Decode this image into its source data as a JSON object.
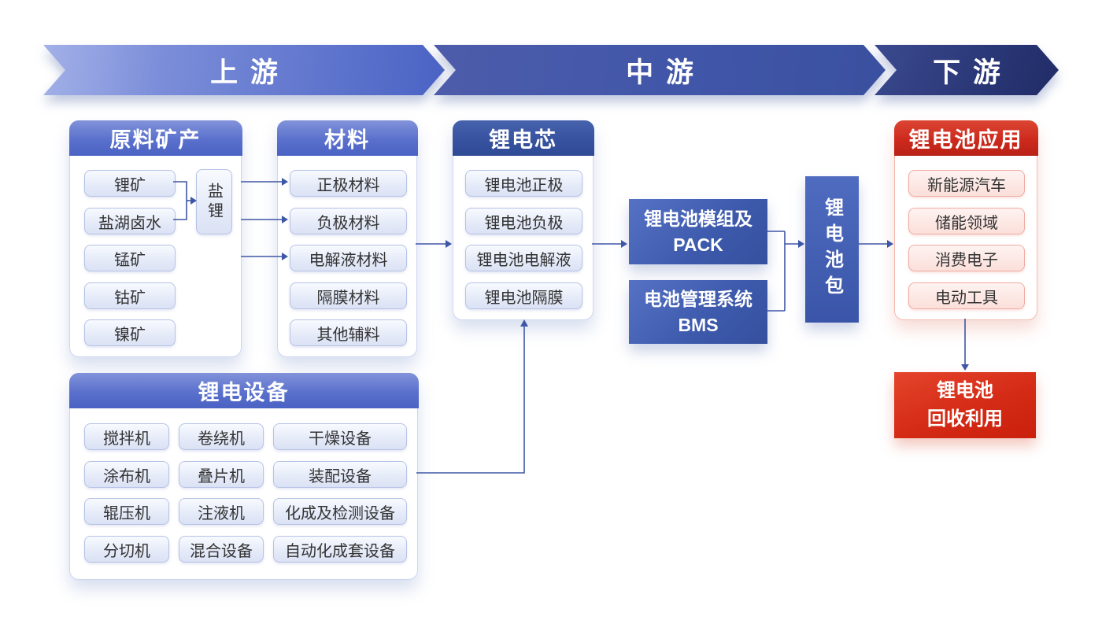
{
  "banner": {
    "upstream": "上游",
    "midstream": "中游",
    "downstream": "下游"
  },
  "minerals": {
    "title": "原料矿产",
    "items": [
      "锂矿",
      "盐湖卤水",
      "锰矿",
      "钴矿",
      "镍矿"
    ],
    "derived": "盐锂"
  },
  "materials": {
    "title": "材料",
    "items": [
      "正极材料",
      "负极材料",
      "电解液材料",
      "隔膜材料",
      "其他辅料"
    ]
  },
  "equipment": {
    "title": "锂电设备",
    "items": [
      "搅拌机",
      "卷绕机",
      "干燥设备",
      "涂布机",
      "叠片机",
      "装配设备",
      "辊压机",
      "注液机",
      "化成及检测设备",
      "分切机",
      "混合设备",
      "自动化成套设备"
    ]
  },
  "cell": {
    "title": "锂电芯",
    "items": [
      "锂电池正极",
      "锂电池负极",
      "锂电池电解液",
      "锂电池隔膜"
    ]
  },
  "module": {
    "line1": "锂电池模组及",
    "line2": "PACK"
  },
  "bms": {
    "line1": "电池管理系统",
    "line2": "BMS"
  },
  "pack": {
    "label": "锂电池包"
  },
  "applications": {
    "title": "锂电池应用",
    "items": [
      "新能源汽车",
      "储能领域",
      "消费电子",
      "电动工具"
    ]
  },
  "recycling": {
    "line1": "锂电池",
    "line2": "回收利用"
  },
  "colors": {
    "accent_blue": "#4a62c3",
    "deep_blue": "#2f4a95",
    "navy": "#202c66",
    "accent_red": "#cd2a1d",
    "connector": "#3e56a6"
  }
}
